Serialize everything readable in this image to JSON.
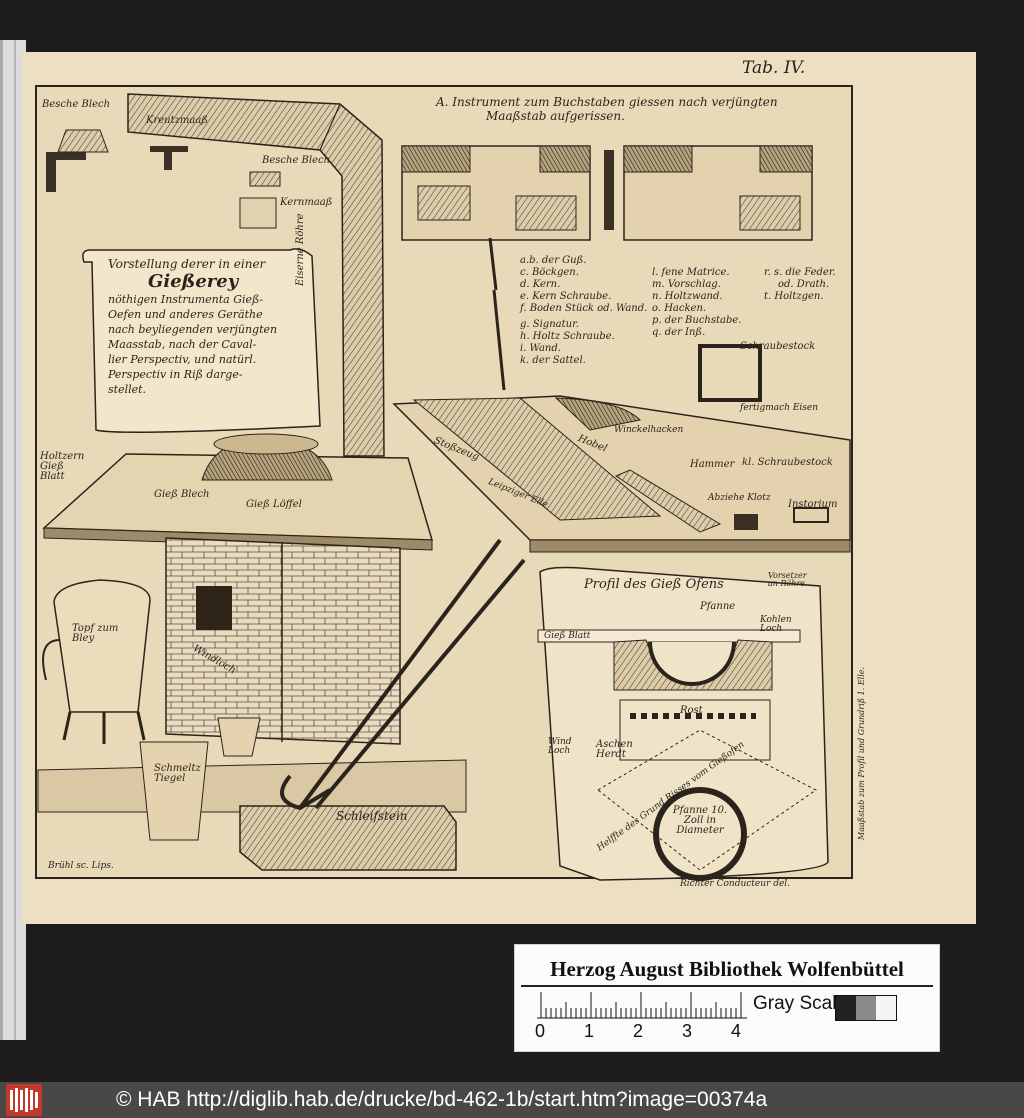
{
  "plate": {
    "tab": "Tab. IV.",
    "title_scroll": [
      "Vorstellung derer in einer",
      "Gießerey",
      "nöthigen Instrumenta Gieß-",
      "Oefen und anderes Geräthe",
      "nach beyliegenden verjüngten",
      "Maasstab, nach der Caval-",
      "lier Perspectiv, und natürl.",
      "Perspectiv in Riß darge-",
      "stellet."
    ],
    "instrument_heading": "A. Instrument zum Buchstaben giessen nach verjüngten",
    "instrument_heading2": "Maaßstab aufgerissen.",
    "legend": [
      "a.b. der Guß.",
      "c. Böckgen.",
      "d. Kern.",
      "e. Kern Schraube.",
      "f. Boden Stück od. Wand.",
      "g. Signatur.",
      "h. Holtz Schraube.",
      "i. Wand.",
      "k. der Sattel."
    ],
    "legend2": [
      "l. fene Matrice.",
      "m. Vorschlag.",
      "n. Holtzwand.",
      "o. Hacken.",
      "p. der Buchstabe.",
      "q. der Inß."
    ],
    "legend3": [
      "r. s. die Feder.",
      "od. Drath.",
      "t. Holtzgen."
    ],
    "labels": {
      "beseche_blech": "Besche Blech",
      "kreutzmass": "Kreutzmaaß",
      "beseche_blech2": "Besche Blech",
      "kernmass": "Kernmaaß",
      "eiserne_roehre": "Eiserne Röhre",
      "holtzern_giessblatt": "Holtzern Gieß Blatt",
      "giessblech": "Gieß Blech",
      "giesslöffel": "Gieß Löffel",
      "stosszeug": "Stoßzeug",
      "leipziger_elle": "Leipziger Elle",
      "hobel": "Hobel",
      "winkelhacken": "Winckelhacken",
      "hammer": "Hammer",
      "schraubestock": "Schraubestock",
      "kl_schraubestock": "kl. Schraubestock",
      "fertigmach_eisen": "fertigmach Eisen",
      "abziehe_klotz": "Abziehe Klotz",
      "instorium": "Instorium",
      "topf": "Topf zum Bley",
      "windloch": "Windloch",
      "schmelz_tiegel": "Schmeltz Tiegel",
      "schleifstein": "Schleifstein",
      "profil": "Profil des Gieß Ofens",
      "pfanne": "Pfanne",
      "giess_blatt": "Gieß Blatt",
      "kohlen_loch": "Kohlen Loch",
      "rost": "Rost",
      "wind_loch": "Wind Loch",
      "aschen_herdt": "Aschen Herdt",
      "grund_riss": "Helffte des Grund Risses vom Gießofen",
      "pfanne_diameter": "Pfanne 10. Zoll in Diameter",
      "massstab": "Maaßstab zum Profil und Grundriß 1. Elle.",
      "vorsetzer": "Vorsetzer an Röhre",
      "engraver": "Brühl sc. Lips.",
      "draughtsman": "Richter Conducteur del."
    }
  },
  "archive": {
    "name": "Herzog August Bibliothek Wolfenbüttel",
    "scale_numbers": [
      "0",
      "1",
      "2",
      "3",
      "4"
    ],
    "grayscale_label": "Gray Scale",
    "colors": {
      "swatch_dark": "#222222",
      "swatch_mid": "#8a8a8a",
      "swatch_light": "#f4f4f4"
    }
  },
  "footer": {
    "text": "© HAB http://diglib.hab.de/drucke/bd-462-1b/start.htm?image=00374a",
    "logo_icon": "hab-logo-icon"
  }
}
